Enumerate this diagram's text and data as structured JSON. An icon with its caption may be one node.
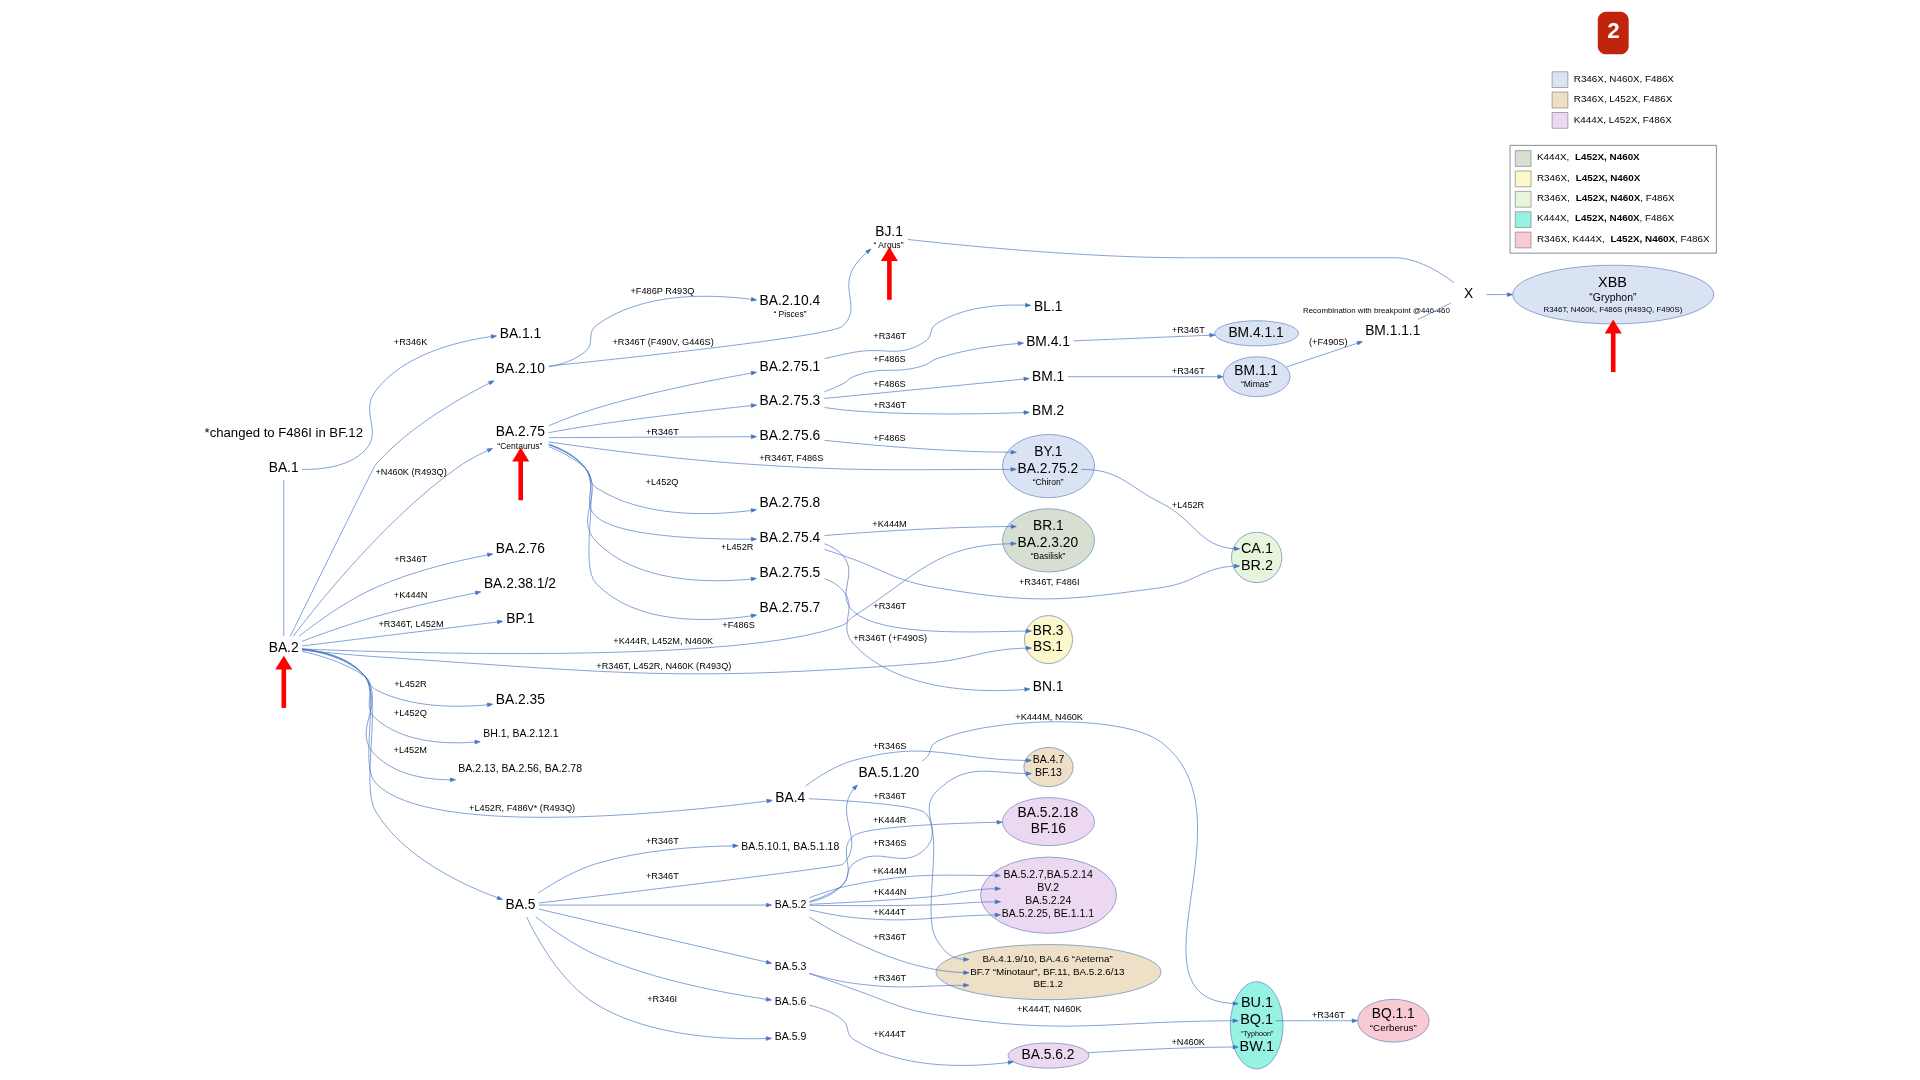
{
  "diagram": {
    "nodes": [
      {
        "text": [
          "BA.1"
        ]
      },
      {
        "text": [
          "BA.1.1"
        ]
      },
      {
        "text": [
          "BJ.1",
          "“ Argus”"
        ]
      },
      {
        "text": [
          "X"
        ],
        "beside": [
          "Recombination with breakpoint @446-460"
        ]
      },
      {
        "text": [
          "XBB",
          "“Gryphon”",
          "R346T, N460K, F486S (R493Q, F490S)"
        ]
      },
      {
        "text": [
          "BA.2.10.4",
          "“ Pisces”"
        ]
      },
      {
        "text": [
          "BL.1"
        ]
      },
      {
        "text": [
          "BM.1.1.1"
        ]
      },
      {
        "text": [
          "BM.4.1"
        ]
      },
      {
        "text": [
          "BM.4.1.1"
        ]
      },
      {
        "text": [
          "BA.2.75.1"
        ]
      },
      {
        "text": [
          "BM.1"
        ]
      },
      {
        "text": [
          "BM.1.1",
          "“Mimas”"
        ]
      },
      {
        "text": [
          "BA.2.10"
        ]
      },
      {
        "text": [
          "BA.2.75.3"
        ]
      },
      {
        "text": [
          "BM.2"
        ]
      },
      {
        "text": [
          "BY.1",
          "BA.2.75.2",
          "“Chiron”"
        ]
      },
      {
        "text": [
          "BA.2.75",
          "“Centaurus”"
        ]
      },
      {
        "text": [
          "BA.2.75.6"
        ]
      },
      {
        "text": [
          "BA.2.75.8"
        ]
      },
      {
        "text": [
          "BR.1",
          "BA.2.3.20",
          "“Basilisk”"
        ]
      },
      {
        "text": [
          "CA.1",
          "BR.2"
        ]
      },
      {
        "text": [
          "BA.2.76"
        ]
      },
      {
        "text": [
          "BA.2.75.4"
        ]
      },
      {
        "text": [
          "BA.2"
        ]
      },
      {
        "text": [
          "BA.2.75.5"
        ]
      },
      {
        "text": [
          "BN.1"
        ]
      },
      {
        "text": [
          "BR.3",
          "BS.1"
        ]
      },
      {
        "text": [
          "BA.2.38.1/2"
        ]
      },
      {
        "text": [
          "BA.2.75.7"
        ]
      },
      {
        "text": [
          "BP.1"
        ]
      },
      {
        "text": [
          "BA.5.2.18",
          "BF.16"
        ]
      },
      {
        "text": [
          "BA.5.2.7,BA.5.2.14",
          "BV.2",
          "BA.5.2.24",
          "BA.5.2.25, BE.1.1.1"
        ]
      },
      {
        "text": [
          "BA.2.35"
        ]
      },
      {
        "text": [
          "BA.4.7",
          "BF.13"
        ]
      },
      {
        "text": [
          "BH.1, BA.2.12.1"
        ]
      },
      {
        "text": [
          "BA.2.13, BA.2.56, BA.2.78"
        ]
      },
      {
        "text": [
          "BA.4.1.9/10, BA.4.6 “Aeterna”",
          "BF.7 “Minotaur”, BF.11, BA.5.2.6/13",
          "BE.1.2"
        ]
      },
      {
        "text": [
          "BA.4"
        ]
      },
      {
        "text": [
          "BA.5.10.1, BA.5.1.18"
        ]
      },
      {
        "text": [
          "BA.5.1.20"
        ]
      },
      {
        "text": [
          "BU.1",
          "BQ.1",
          "“Typhoon”",
          "BW.1"
        ]
      },
      {
        "text": [
          "BA.5.2"
        ]
      },
      {
        "text": [
          "BQ.1.1",
          "“Cerberus”"
        ]
      },
      {
        "text": [
          "BA.5.3"
        ]
      },
      {
        "text": [
          "BA.5"
        ]
      },
      {
        "text": [
          "BA.5.6"
        ]
      },
      {
        "text": [
          "BA.5.6.2"
        ]
      },
      {
        "text": [
          "BA.5.9"
        ]
      }
    ],
    "edges": [
      {
        "from": 0,
        "to": 24,
        "arrow": "none"
      },
      {
        "from": 0,
        "to": 1,
        "arrow": "to",
        "label": "+R346K"
      },
      {
        "from": 24,
        "to": 13,
        "arrow": "to"
      },
      {
        "from": 24,
        "to": 17,
        "arrow": "to",
        "label": "+N460K (R493Q)"
      },
      {
        "from": 24,
        "to": 22,
        "arrow": "to",
        "label": "+R346T"
      },
      {
        "from": 24,
        "to": 28,
        "arrow": "to",
        "label": "+K444N"
      },
      {
        "from": 24,
        "to": 30,
        "arrow": "to",
        "label": "+R346T, L452M"
      },
      {
        "from": 24,
        "to": 20,
        "arrow": "to",
        "label": "+K444R, L452M, N460K"
      },
      {
        "from": 24,
        "to": 27,
        "arrow": "to",
        "label": "+R346T, L452R, N460K (R493Q)"
      },
      {
        "from": 24,
        "to": 33,
        "arrow": "to",
        "label": "+L452R"
      },
      {
        "from": 24,
        "to": 35,
        "arrow": "to",
        "label": "+L452Q"
      },
      {
        "from": 24,
        "to": 36,
        "arrow": "to",
        "label": "+L452M"
      },
      {
        "from": 24,
        "to": 38,
        "arrow": "to",
        "label": "+L452R, F486V* (R493Q)"
      },
      {
        "from": 24,
        "to": 45,
        "arrow": "to"
      },
      {
        "from": 13,
        "to": 5,
        "arrow": "to",
        "label": "+F486P R493Q"
      },
      {
        "from": 13,
        "to": 2,
        "arrow": "to",
        "label": "+R346T (F490V, G446S)"
      },
      {
        "from": 2,
        "to": 3,
        "arrow": "none"
      },
      {
        "from": 7,
        "to": 3,
        "arrow": "none"
      },
      {
        "from": 3,
        "to": 4,
        "arrow": "to"
      },
      {
        "from": 17,
        "to": 10,
        "arrow": "to"
      },
      {
        "from": 17,
        "to": 14,
        "arrow": "to"
      },
      {
        "from": 17,
        "to": 18,
        "arrow": "to",
        "label": "+R346T"
      },
      {
        "from": 17,
        "to": 16,
        "arrow": "to",
        "label": "+R346T, F486S"
      },
      {
        "from": 17,
        "to": 19,
        "arrow": "to",
        "label": "+L452Q"
      },
      {
        "from": 17,
        "to": 23,
        "arrow": "to",
        "label": "+L452R"
      },
      {
        "from": 17,
        "to": 25,
        "arrow": "to"
      },
      {
        "from": 17,
        "to": 29,
        "arrow": "to",
        "label": "+F486S"
      },
      {
        "from": 10,
        "to": 6,
        "arrow": "to",
        "label": "+R346T"
      },
      {
        "from": 14,
        "to": 8,
        "arrow": "to",
        "label": "+F486S"
      },
      {
        "from": 14,
        "to": 11,
        "arrow": "to",
        "label": "+F486S"
      },
      {
        "from": 14,
        "to": 15,
        "arrow": "to",
        "label": "+R346T"
      },
      {
        "from": 8,
        "to": 9,
        "arrow": "to",
        "label": "+R346T"
      },
      {
        "from": 11,
        "to": 12,
        "arrow": "to",
        "label": "+R346T"
      },
      {
        "from": 12,
        "to": 7,
        "arrow": "to",
        "label": "(+F490S)"
      },
      {
        "from": 18,
        "to": 16,
        "arrow": "to",
        "label": "+F486S"
      },
      {
        "from": 16,
        "to": 21,
        "arrow": "to",
        "label": "+L452R"
      },
      {
        "from": 23,
        "to": 20,
        "arrow": "to",
        "label": "+K444M"
      },
      {
        "from": 23,
        "to": 21,
        "arrow": "to",
        "label": "+R346T, F486I"
      },
      {
        "from": 23,
        "to": 27,
        "arrow": "to",
        "label": "+R346T"
      },
      {
        "from": 25,
        "to": 26,
        "arrow": "to",
        "label": "+R346T (+F490S)"
      },
      {
        "from": 38,
        "to": 34,
        "arrow": "to",
        "label": "+R346S"
      },
      {
        "from": 38,
        "to": 37,
        "arrow": "to",
        "label": "+R346T"
      },
      {
        "from": 45,
        "to": 39,
        "arrow": "to",
        "label": "+R346T"
      },
      {
        "from": 45,
        "to": 40,
        "arrow": "to",
        "label": "+R346T"
      },
      {
        "from": 45,
        "to": 42,
        "arrow": "to"
      },
      {
        "from": 45,
        "to": 44,
        "arrow": "to"
      },
      {
        "from": 45,
        "to": 46,
        "arrow": "to"
      },
      {
        "from": 45,
        "to": 48,
        "arrow": "to",
        "label": "+R346I"
      },
      {
        "from": 42,
        "to": 31,
        "arrow": "to",
        "label": "+K444R"
      },
      {
        "from": 42,
        "to": 34,
        "arrow": "to",
        "label": "+R346S"
      },
      {
        "from": 42,
        "to": 32,
        "arrow": "to",
        "label": "+K444M"
      },
      {
        "from": 42,
        "to": 32,
        "arrow": "to",
        "label": "+K444N"
      },
      {
        "from": 42,
        "to": 32,
        "arrow": "to"
      },
      {
        "from": 42,
        "to": 32,
        "arrow": "to",
        "label": "+K444T"
      },
      {
        "from": 42,
        "to": 37,
        "arrow": "to",
        "label": "+R346T"
      },
      {
        "from": 44,
        "to": 37,
        "arrow": "to",
        "label": "+R346T"
      },
      {
        "from": 40,
        "to": 41,
        "arrow": "to",
        "label": "+K444M, N460K"
      },
      {
        "from": 44,
        "to": 41,
        "arrow": "to",
        "label": "+K444T, N460K"
      },
      {
        "from": 46,
        "to": 47,
        "arrow": "to",
        "label": "+K444T"
      },
      {
        "from": 47,
        "to": 41,
        "arrow": "to",
        "label": "+N460K"
      },
      {
        "from": 41,
        "to": 43,
        "arrow": "to",
        "label": "+R346T"
      },
      {
        "from": null,
        "to": 2,
        "arrow": "to",
        "style": "thick",
        "color": "#ff0000"
      },
      {
        "from": null,
        "to": 17,
        "arrow": "to",
        "style": "thick",
        "color": "#ff0000"
      },
      {
        "from": null,
        "to": 24,
        "arrow": "to",
        "style": "thick",
        "color": "#ff0000"
      },
      {
        "from": null,
        "to": 4,
        "arrow": "to",
        "style": "thick",
        "color": "#ff0000"
      }
    ],
    "labels": [
      "2",
      "*changed to F486I in BF.12"
    ],
    "legend": [
      {
        "text": "R346X, N460X, F486X",
        "color": "#dae3f3"
      },
      {
        "text": "R346X, L452X, F486X",
        "color": "#eee0c6"
      },
      {
        "text": "K444X, L452X, F486X",
        "color": "#ecd9f1"
      },
      {
        "text": "K444X, **L452X, N460X**",
        "color": "#d6dfd0"
      },
      {
        "text": "R346X, **L452X, N460X**",
        "color": "#fdf8cc"
      },
      {
        "text": "R346X, **L452X, N460X**, F486X",
        "color": "#e6f5dc"
      },
      {
        "text": "K444X, **L452X, N460X**, F486X",
        "color": "#98f2e4"
      },
      {
        "text": "R346X, K444X, **L452X, N460X**, F486X",
        "color": "#f8cbd4"
      }
    ]
  }
}
